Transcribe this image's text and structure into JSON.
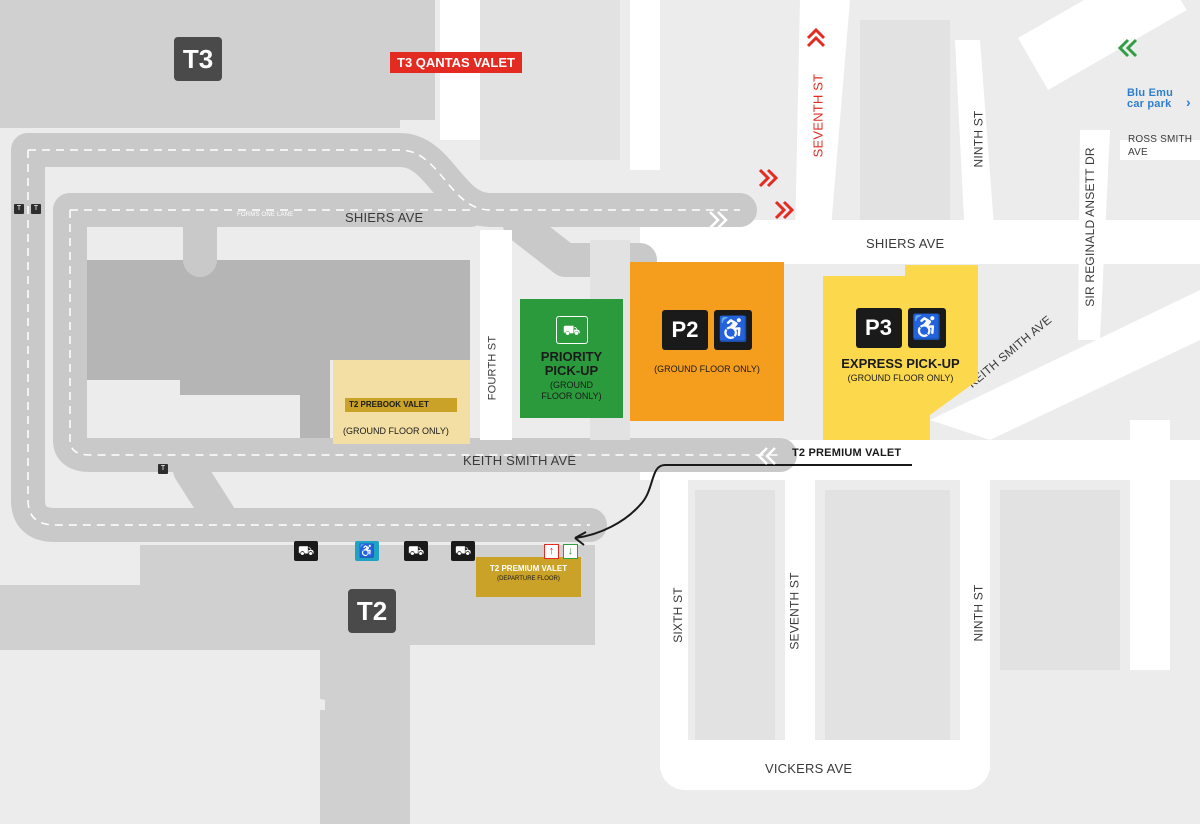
{
  "terminals": {
    "t3": "T3",
    "t2": "T2"
  },
  "valet": {
    "t3_qantas": "T3 QANTAS VALET",
    "t2_premium": "T2 PREMIUM VALET",
    "t2_premium_departure": "T2 PREMIUM VALET",
    "t2_premium_departure_sub": "(DEPARTURE FLOOR)",
    "t2_prebook": "T2 PREBOOK VALET",
    "t2_prebook_sub": "(GROUND FLOOR ONLY)"
  },
  "car_parks": {
    "priority": {
      "title_line1": "PRIORITY",
      "title_line2": "PICK-UP",
      "sub_line1": "(GROUND",
      "sub_line2": "FLOOR ONLY)"
    },
    "p2": {
      "badge": "P2",
      "sub": "(GROUND FLOOR ONLY)"
    },
    "p3": {
      "badge": "P3",
      "title": "EXPRESS PICK-UP",
      "sub": "(GROUND FLOOR ONLY)"
    },
    "blu_emu_line1": "Blu Emu",
    "blu_emu_line2": "car park"
  },
  "streets": {
    "shiers_ave_west": "SHIERS AVE",
    "shiers_ave_east": "SHIERS AVE",
    "forms_one_lane": "FORMS ONE LANE",
    "keith_smith_ave_west": "KEITH SMITH AVE",
    "keith_smith_ave_east": "KEITH SMITH AVE",
    "fourth_st": "FOURTH ST",
    "seventh_st_north": "SEVENTH ST",
    "seventh_st_south": "SEVENTH ST",
    "ninth_st_north": "NINTH ST",
    "ninth_st_south": "NINTH ST",
    "sixth_st": "SIXTH ST",
    "sir_reginald_ansett_dr": "SIR REGINALD ANSETT DR",
    "ross_smith_ave_line1": "ROSS SMITH",
    "ross_smith_ave_line2": "AVE",
    "vickers_ave": "VICKERS AVE"
  },
  "icons": {
    "t_marker": "T",
    "wheelchair": "♿",
    "car": "🚗",
    "up_arrow": "↑",
    "down_arrow": "↓"
  },
  "colors": {
    "background": "#ececec",
    "building": "#d0d0d0",
    "road": "#c9c9c9",
    "street": "#ffffff",
    "priority_green": "#2a9a3c",
    "p2_orange": "#f59d1c",
    "p3_yellow": "#fcd94c",
    "valet_gold": "#c9a227",
    "prebook_beige": "#f3dfa4",
    "qantas_red": "#e42b22",
    "chevron_red": "#e42b22",
    "chevron_green": "#2ea043",
    "blu_emu_blue": "#2f7fd0",
    "terminal_grey": "#4a4a4a",
    "accessible_teal": "#1fa2c4"
  }
}
